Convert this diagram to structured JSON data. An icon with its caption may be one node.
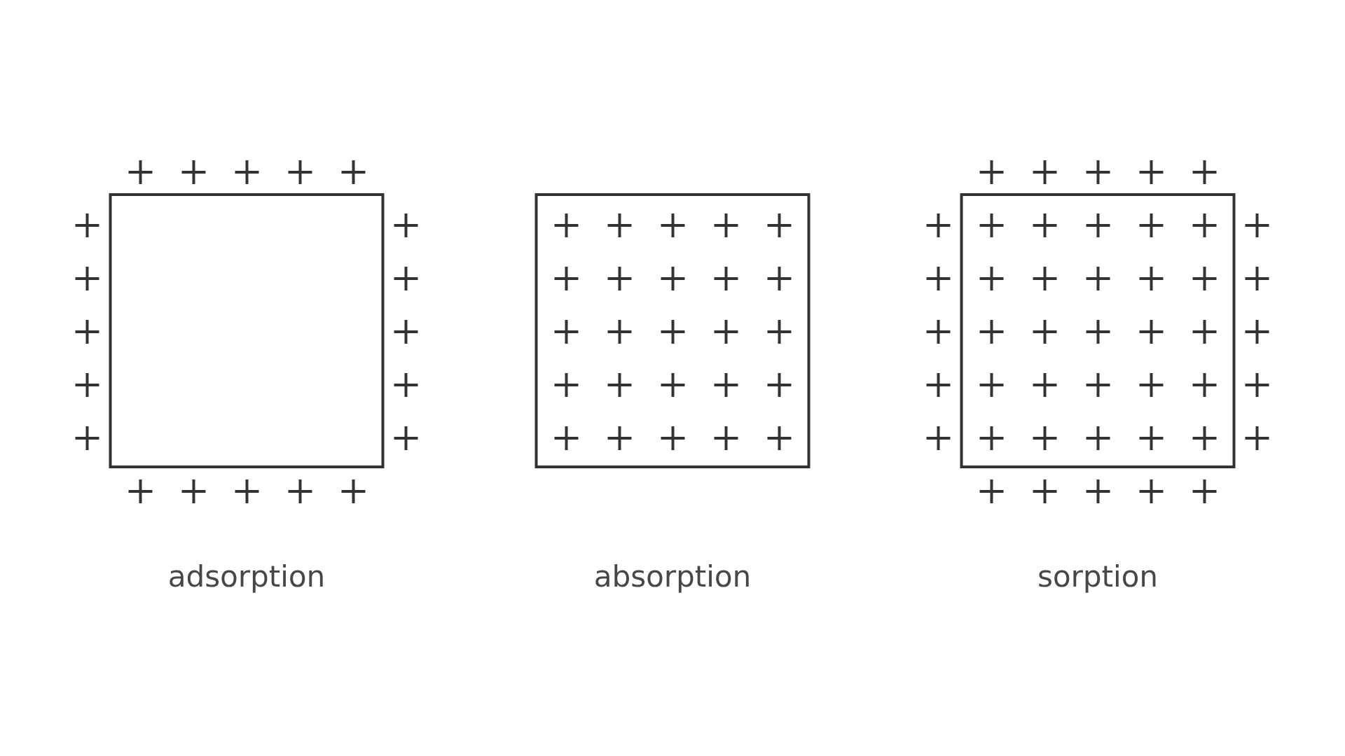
{
  "diagram": {
    "nodes": [
      {
        "text": [
          "adsorption"
        ]
      },
      {
        "text": [
          "absorption"
        ]
      },
      {
        "text": [
          "sorption"
        ]
      }
    ]
  }
}
